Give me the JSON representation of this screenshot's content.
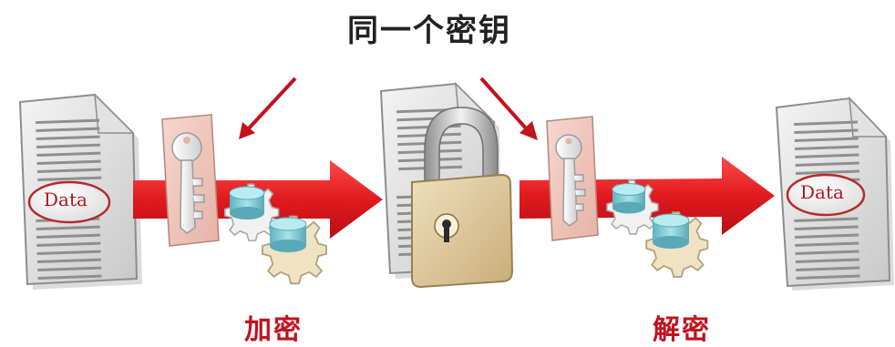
{
  "title": "同一个密钥",
  "steps": {
    "encrypt_label": "加密",
    "decrypt_label": "解密"
  },
  "documents": {
    "input_label": "Data",
    "output_label": "Data"
  },
  "colors": {
    "arrow": "#e01a1f",
    "label": "#c1121f",
    "title": "#222222",
    "key_card": "#f0c9bf",
    "gear": "#eee4c8",
    "cylinder": "#7fc9d4",
    "lock": "#dcc69a"
  },
  "icons": [
    "document-icon",
    "key-icon",
    "gear-icon",
    "padlock-icon",
    "arrow-icon"
  ]
}
